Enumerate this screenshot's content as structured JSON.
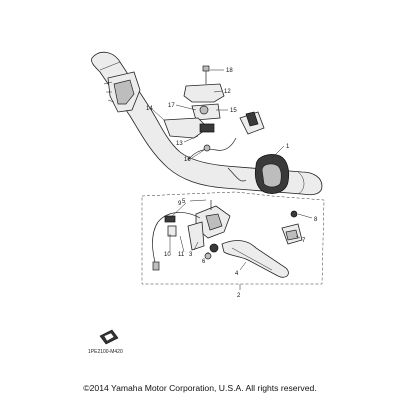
{
  "diagram": {
    "part_labels": [
      "1",
      "2",
      "3",
      "4",
      "5",
      "6",
      "7",
      "8",
      "9",
      "10",
      "11",
      "12",
      "13",
      "14",
      "15",
      "16",
      "17",
      "18"
    ],
    "drawing_code": "1PE2100-M420"
  },
  "footer": {
    "copyright": "©2014 Yamaha Motor Corporation, U.S.A. All rights reserved."
  }
}
